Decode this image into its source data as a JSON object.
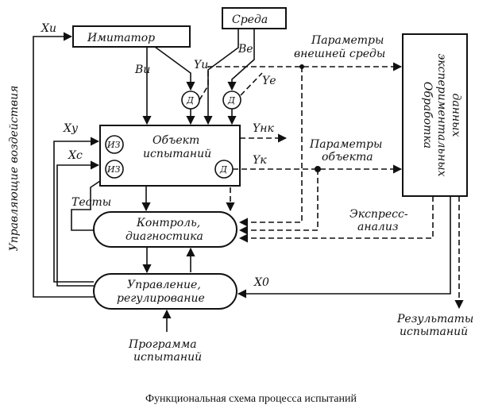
{
  "diagram": {
    "caption": "Функциональная схема процесса испытаний",
    "blocks": {
      "imitator": "Имитатор",
      "sreda": "Среда",
      "object_line1": "Объект",
      "object_line2": "испытаний",
      "control_line1": "Контроль,",
      "control_line2": "диагностика",
      "manage_line1": "Управление,",
      "manage_line2": "регулирование",
      "processing_line1": "Обработка",
      "processing_line2": "экспериментальных",
      "processing_line3": "данных"
    },
    "sensors": {
      "iz": "ИЗ",
      "d": "Д"
    },
    "labels": {
      "xi": "Xи",
      "xy": "Xу",
      "xc": "Xс",
      "x0": "X0",
      "vi": "Bи",
      "ve": "Bе",
      "yi": "Yи",
      "ye": "Yе",
      "ynk": "Yнк",
      "yk": "Yк",
      "env_params_1": "Параметры",
      "env_params_2": "внешней среды",
      "obj_params_1": "Параметры",
      "obj_params_2": "объекта",
      "tests": "Тесты",
      "express_1": "Экспресс-",
      "express_2": "анализ",
      "results_1": "Результаты",
      "results_2": "испытаний",
      "program_1": "Программа",
      "program_2": "испытаний",
      "control_actions": "Управляющие воздействия"
    }
  }
}
